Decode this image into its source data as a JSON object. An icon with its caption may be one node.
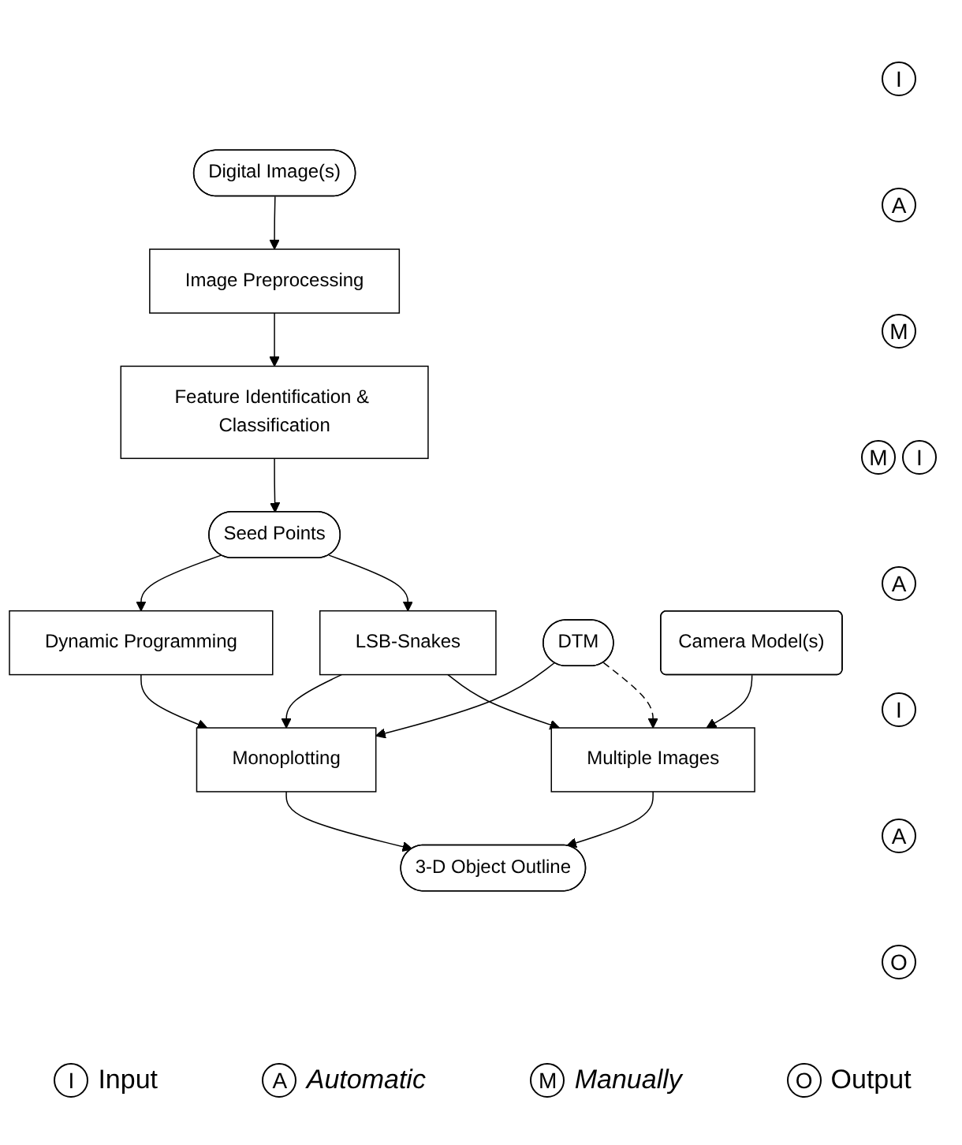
{
  "diagram": {
    "nodes": [
      {
        "text": [
          "Digital Image(s)"
        ]
      },
      {
        "text": [
          "Image Preprocessing"
        ]
      },
      {
        "text": [
          "Feature Identification & Classification"
        ]
      },
      {
        "text": [
          "Seed Points"
        ]
      },
      {
        "text": [
          "LSB-Snakes"
        ]
      },
      {
        "text": [
          "Dynamic Programming"
        ]
      },
      {
        "text": [
          "Camera Model(s)"
        ]
      },
      {
        "text": [
          "DTM"
        ]
      },
      {
        "text": [
          "Multiple Images"
        ]
      },
      {
        "text": [
          "Monoplotting"
        ]
      },
      {
        "text": [
          "3-D Object Outline"
        ]
      }
    ],
    "edges": [
      {
        "from": 0,
        "to": 1,
        "arrow": "to"
      },
      {
        "from": 1,
        "to": 2,
        "arrow": "to"
      },
      {
        "from": 2,
        "to": 3,
        "arrow": "to"
      },
      {
        "from": 3,
        "to": 4,
        "arrow": "to"
      },
      {
        "from": 3,
        "to": 5,
        "arrow": "to"
      },
      {
        "from": 4,
        "to": 8,
        "arrow": "to"
      },
      {
        "from": 4,
        "to": 9,
        "arrow": "to"
      },
      {
        "from": 6,
        "to": 8,
        "arrow": "to"
      },
      {
        "from": 7,
        "to": 8,
        "arrow": "to",
        "style": "dashed"
      },
      {
        "from": 7,
        "to": 9,
        "arrow": "to"
      },
      {
        "from": 5,
        "to": 9,
        "arrow": "to"
      },
      {
        "from": 8,
        "to": 10,
        "arrow": "to"
      },
      {
        "from": 9,
        "to": 10,
        "arrow": "to"
      }
    ],
    "labels": [
      "I",
      "A",
      "M",
      "M",
      "I",
      "A",
      "I",
      "A",
      "O",
      "I",
      "A",
      "M",
      "O"
    ],
    "legend": [
      {
        "text": "Input"
      },
      {
        "text": "Automatic"
      },
      {
        "text": "Manually"
      },
      {
        "text": "Output"
      }
    ]
  }
}
